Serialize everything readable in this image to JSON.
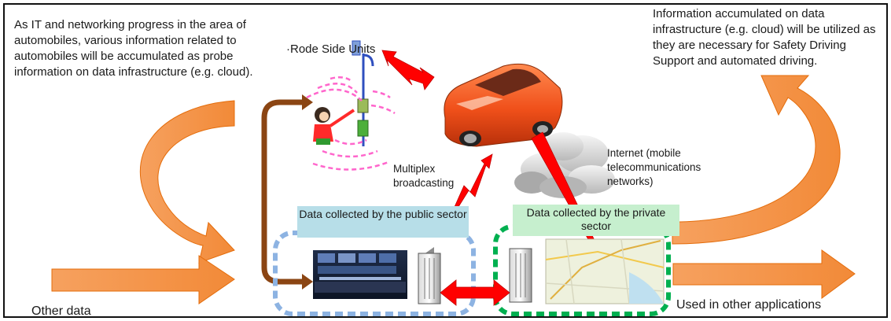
{
  "texts": {
    "left_note": "As IT and networking progress in the area of automobiles, various information related to automobiles will be accumulated as probe information on data infrastructure (e.g. cloud).",
    "right_note": "Information accumulated on data infrastructure (e.g. cloud) will be utilized as they are necessary for Safety Driving Support and automated driving.",
    "rsu_label": "·Rode Side Units",
    "multiplex": "Multiplex\nbroadcasting",
    "internet": "Internet (mobile\ntelecommunications\nnetworks)",
    "public_box": "Data collected by the\npublic sector",
    "private_box": "Data collected by the\nprivate sector",
    "other_data": "Other data",
    "other_apps": "Used in other applications"
  },
  "colors": {
    "orange_arrow": "#F79646",
    "orange_arrow_edge": "#E46C0A",
    "brown_arrow": "#8B4513",
    "red_link": "#FF0000",
    "public_box_fill": "#B7DEE8",
    "private_box_fill": "#C6EFCE",
    "public_dotted": "#8DB3E2",
    "private_dotted": "#00B050",
    "car_body": "#F05A1E",
    "signal_wave": "#FF66CC"
  },
  "icons": [
    "road-side-unit-pole",
    "pedestrian-icon",
    "car-icon",
    "cloud-icon",
    "server-icon",
    "control-room-image",
    "map-image"
  ]
}
